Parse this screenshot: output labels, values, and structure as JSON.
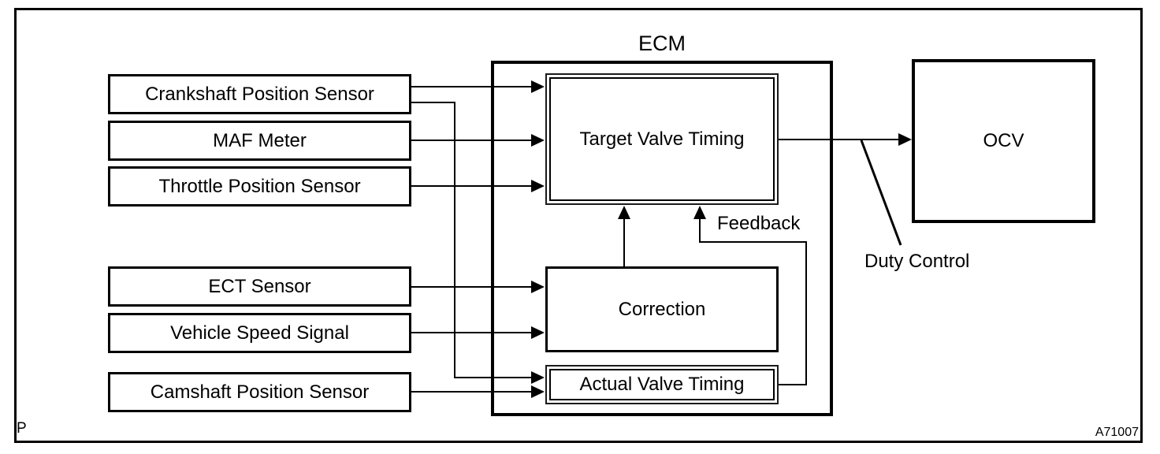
{
  "diagram": {
    "ecm_label": "ECM",
    "sensors": [
      {
        "label": "Crankshaft Position Sensor"
      },
      {
        "label": "MAF Meter"
      },
      {
        "label": "Throttle Position Sensor"
      },
      {
        "label": "ECT Sensor"
      },
      {
        "label": "Vehicle Speed Signal"
      },
      {
        "label": "Camshaft Position Sensor"
      }
    ],
    "blocks": {
      "target": "Target Valve Timing",
      "correction": "Correction",
      "actual": "Actual Valve Timing",
      "ocv": "OCV"
    },
    "annotations": {
      "feedback": "Feedback",
      "duty_control": "Duty Control",
      "page_marker": "P",
      "figure_code": "A71007"
    },
    "colors": {
      "line": "#000000",
      "background": "#ffffff"
    }
  }
}
